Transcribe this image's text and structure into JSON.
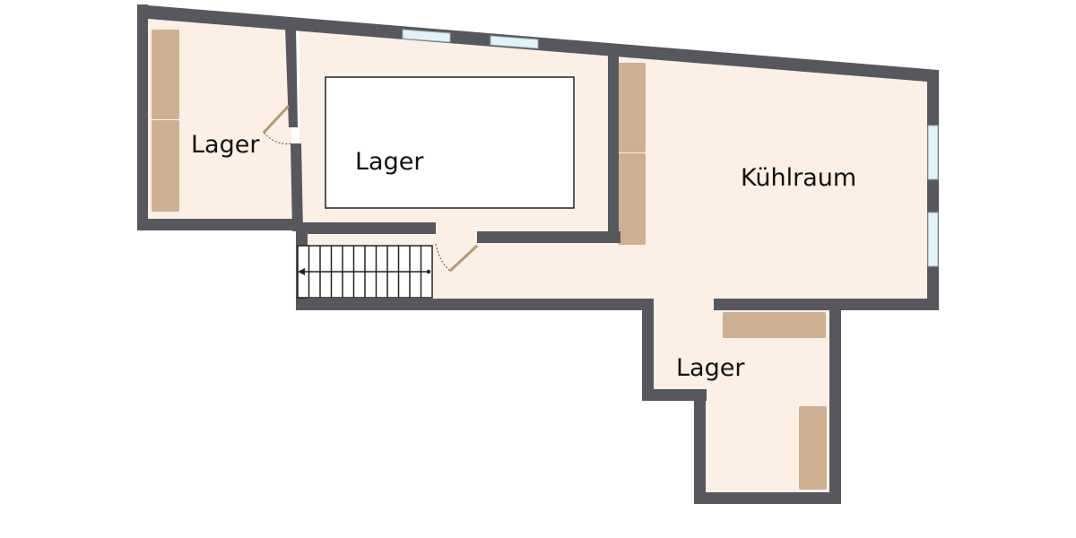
{
  "floorplan": {
    "colors": {
      "wall": "#56585e",
      "floor": "#fbefe6",
      "furniture": "#cdb091",
      "window": "#dff3f8",
      "void": "#ffffff",
      "text": "#111111"
    },
    "rooms": [
      {
        "id": "lager-small",
        "label": "Lager"
      },
      {
        "id": "lager-center",
        "label": "Lager"
      },
      {
        "id": "kuehlraum",
        "label": "Kühlraum"
      },
      {
        "id": "lager-bottom",
        "label": "Lager"
      }
    ],
    "stairs": {
      "steps": 12,
      "direction": "left"
    }
  }
}
